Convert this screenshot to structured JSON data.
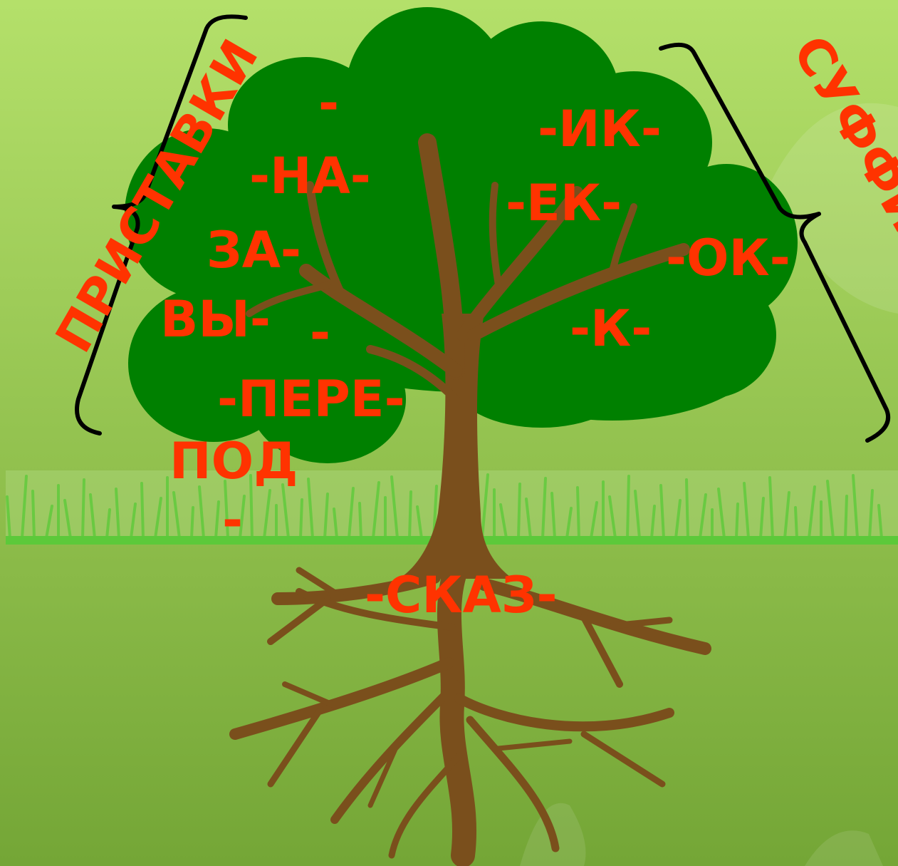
{
  "colors": {
    "bg_top": "#b4e06a",
    "bg_bottom": "#74a636",
    "crown": "#008000",
    "trunk": "#7a4f1c",
    "grass": "#5cc93a",
    "text": "#ff3300",
    "bracket": "#000000"
  },
  "icons": [
    "tree-illustration",
    "grass-strip",
    "curly-bracket"
  ],
  "prefix_group": {
    "title": "ПРИСТАВКИ",
    "items": [
      "-",
      "-НА-",
      "ЗА-",
      "ВЫ-",
      "-",
      "-ПЕРЕ-",
      "ПОД",
      "-"
    ]
  },
  "suffix_group": {
    "title": "СУФФИКС",
    "items": [
      "-ИК-",
      "-ЕК-",
      "-ОК-",
      "-К-"
    ]
  },
  "root": {
    "label": "-СКАЗ-"
  }
}
